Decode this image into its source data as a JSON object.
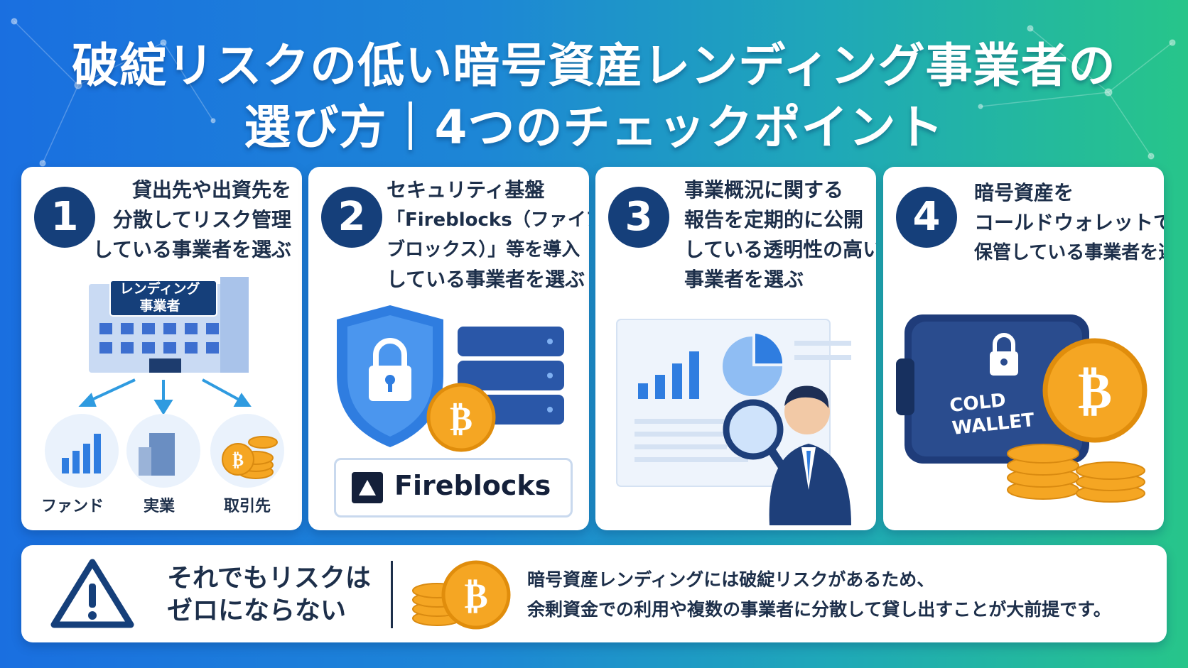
{
  "title": {
    "line1": "破綻リスクの低い暗号資産レンディング事業者の",
    "line2": "選び方｜4つのチェックポイント"
  },
  "cards": [
    {
      "number": "1",
      "lines": [
        "貸出先や出資先を",
        "分散してリスク管理",
        "している事業者を選ぶ"
      ],
      "building_sign": [
        "レンディング",
        "事業者"
      ],
      "destinations": [
        "ファンド",
        "実業",
        "取引先"
      ]
    },
    {
      "number": "2",
      "lines": [
        "セキュリティ基盤",
        "「Fireblocks（ファイア",
        "ブロックス）」等を導入",
        "している事業者を選ぶ"
      ],
      "logo_text": "Fireblocks"
    },
    {
      "number": "3",
      "lines": [
        "事業概況に関する",
        "報告を定期的に公開",
        "している透明性の高い",
        "事業者を選ぶ"
      ]
    },
    {
      "number": "4",
      "lines": [
        "暗号資産を",
        "コールドウォレットで",
        "保管している事業者を選ぶ"
      ],
      "wallet_text": [
        "COLD",
        "WALLET"
      ]
    }
  ],
  "warning": {
    "headline": [
      "それでもリスクは",
      "ゼロにならない"
    ],
    "body": [
      "暗号資産レンディングには破綻リスクがあるため、",
      "余剰資金での利用や複数の事業者に分散して貸し出すことが大前提です。"
    ]
  },
  "colors": {
    "navy": "#153f7a",
    "coin": "#f5a623",
    "text": "#1d2f4a",
    "accent_blue": "#2f7de0"
  }
}
